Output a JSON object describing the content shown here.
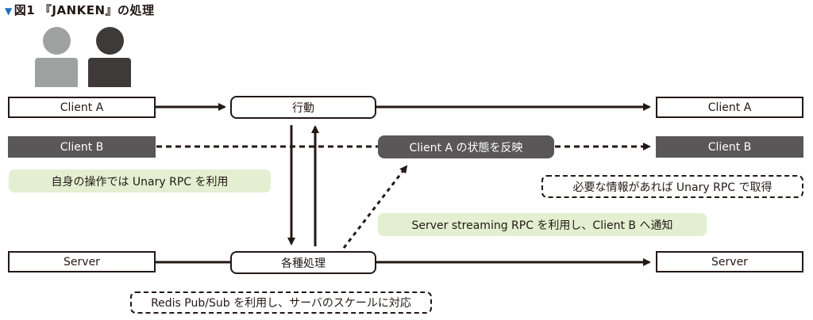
{
  "figure": {
    "title_marker": "▼",
    "title": "図1 『JANKEN』の処理"
  },
  "users": [
    {
      "name": "user-a",
      "color": "#9fa0a0"
    },
    {
      "name": "user-b",
      "color": "#3e3a39"
    }
  ],
  "left_column": {
    "client_a": "Client A",
    "client_b": "Client B",
    "server": "Server"
  },
  "middle": {
    "action": "行動",
    "processing": "各種処理",
    "reflect_state": "Client A の状態を反映"
  },
  "right_column": {
    "client_a": "Client A",
    "client_b": "Client B",
    "server": "Server"
  },
  "notes": {
    "unary_own": "自身の操作では Unary RPC を利用",
    "unary_fetch": "必要な情報があれば Unary RPC で取得",
    "server_streaming": "Server streaming RPC を利用し、Client B へ通知",
    "redis": "Redis Pub/Sub を利用し、サーバのスケールに対応"
  },
  "colors": {
    "ink": "#231815",
    "dark_box": "#595757",
    "green_note": "#e3efd0",
    "title_marker": "#1f6fbf"
  }
}
